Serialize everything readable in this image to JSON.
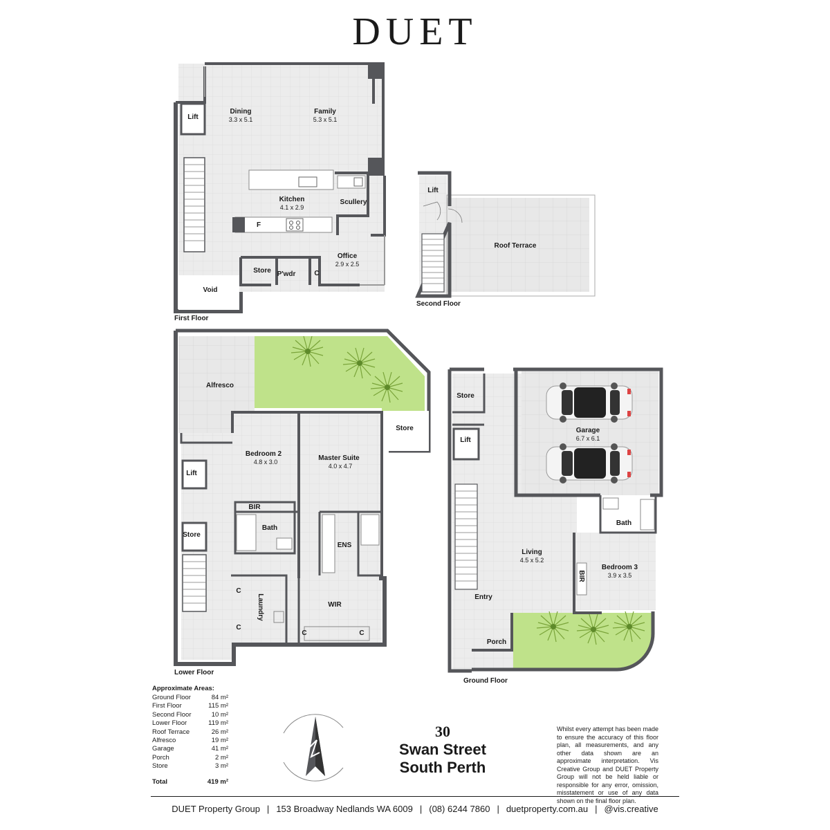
{
  "brand": "DUET",
  "floors": {
    "first": "First Floor",
    "second": "Second Floor",
    "lower": "Lower Floor",
    "ground": "Ground Floor"
  },
  "rooms": {
    "lift_first": "Lift",
    "dining": {
      "name": "Dining",
      "dim": "3.3 x 5.1"
    },
    "family": {
      "name": "Family",
      "dim": "5.3 x 5.1"
    },
    "kitchen": {
      "name": "Kitchen",
      "dim": "4.1 x 2.9"
    },
    "scullery": "Scullery",
    "fridge": "F",
    "office": {
      "name": "Office",
      "dim": "2.9 x 2.5"
    },
    "store_first": "Store",
    "powder": "P'wdr",
    "cupboard_first": "C",
    "void": "Void",
    "lift_second": "Lift",
    "roof_terrace": "Roof Terrace",
    "alfresco": "Alfresco",
    "store_lower_out": "Store",
    "bedroom2": {
      "name": "Bedroom 2",
      "dim": "4.8 x 3.0"
    },
    "master": {
      "name": "Master Suite",
      "dim": "4.0 x 4.7"
    },
    "lift_lower": "Lift",
    "store_lower": "Store",
    "bir_lower": "BIR",
    "bath_lower": "Bath",
    "ens": "ENS",
    "laundry": "Laundry",
    "c_laundry_1": "C",
    "c_laundry_2": "C",
    "wir": "WIR",
    "c_wir_1": "C",
    "c_wir_2": "C",
    "store_ground": "Store",
    "lift_ground": "Lift",
    "garage": {
      "name": "Garage",
      "dim": "6.7 x 6.1"
    },
    "bath_ground": "Bath",
    "living": {
      "name": "Living",
      "dim": "4.5 x 5.2"
    },
    "bir_ground": "BIR",
    "bedroom3": {
      "name": "Bedroom 3",
      "dim": "3.9 x 3.5"
    },
    "entry": "Entry",
    "porch": "Porch"
  },
  "areas": {
    "heading": "Approximate Areas:",
    "rows": [
      {
        "label": "Ground Floor",
        "value": "84 m²"
      },
      {
        "label": "First Floor",
        "value": "115 m²"
      },
      {
        "label": "Second Floor",
        "value": "10 m²"
      },
      {
        "label": "Lower Floor",
        "value": "119 m²"
      },
      {
        "label": "Roof Terrace",
        "value": "26 m²"
      },
      {
        "label": "Alfresco",
        "value": "19 m²"
      },
      {
        "label": "Garage",
        "value": "41 m²"
      },
      {
        "label": "Porch",
        "value": "2 m²"
      },
      {
        "label": "Store",
        "value": "3 m²"
      }
    ],
    "total_label": "Total",
    "total_value": "419 m²"
  },
  "address": {
    "number": "30",
    "street": "Swan Street",
    "suburb": "South Perth"
  },
  "disclaimer": "Whilst every attempt has been made to ensure the accuracy of this floor plan, all measurements, and any other data shown are an approximate interpretation. Vis Creative Group and DUET Property Group will not be held liable or responsible for any error, omission, misstatement or use of any data shown on the final floor plan.",
  "footer": {
    "company": "DUET Property Group",
    "address": "153 Broadway Nedlands WA 6009",
    "phone": "(08) 6244 7860",
    "website": "duetproperty.com.au",
    "credit": "@vis.creative",
    "separator": "|"
  },
  "colors": {
    "wall": "#55565a",
    "floor": "#ececec",
    "tile": "#e3e3e3",
    "garden": "#bfe28a",
    "text": "#1a1a1a"
  },
  "icons": [
    "north-arrow-icon",
    "car-icon",
    "plant-icon"
  ]
}
